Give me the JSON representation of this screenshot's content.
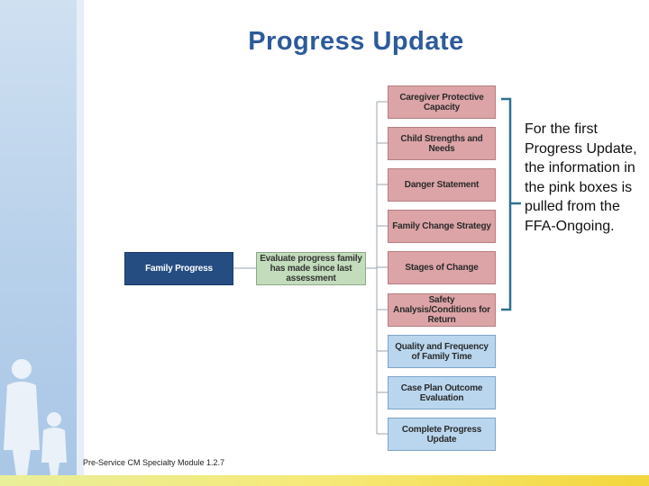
{
  "slide": {
    "title": "Progress Update",
    "note": "For the first Progress Update, the information in the pink boxes is pulled from the FFA-Ongoing.",
    "footer": "Pre-Service CM Specialty Module 1.2.7"
  },
  "diagram": {
    "root": "Family Progress",
    "mid": "Evaluate progress family has made since last assessment",
    "items": [
      {
        "label": "Caregiver Protective Capacity",
        "color": "pink"
      },
      {
        "label": "Child Strengths and Needs",
        "color": "pink"
      },
      {
        "label": "Danger Statement",
        "color": "pink"
      },
      {
        "label": "Family Change Strategy",
        "color": "pink"
      },
      {
        "label": "Stages of Change",
        "color": "pink"
      },
      {
        "label": "Safety Analysis/Conditions for Return",
        "color": "pink"
      },
      {
        "label": "Quality and Frequency of Family Time",
        "color": "blue"
      },
      {
        "label": "Case Plan Outcome Evaluation",
        "color": "blue"
      },
      {
        "label": "Complete Progress Update",
        "color": "blue"
      }
    ]
  },
  "colors": {
    "title": "#2d5a9a",
    "pink": "#dca4a7",
    "blue": "#b9d6ee",
    "green": "#c2dcbc",
    "navy": "#264d82",
    "bracket": "#2f7090"
  }
}
